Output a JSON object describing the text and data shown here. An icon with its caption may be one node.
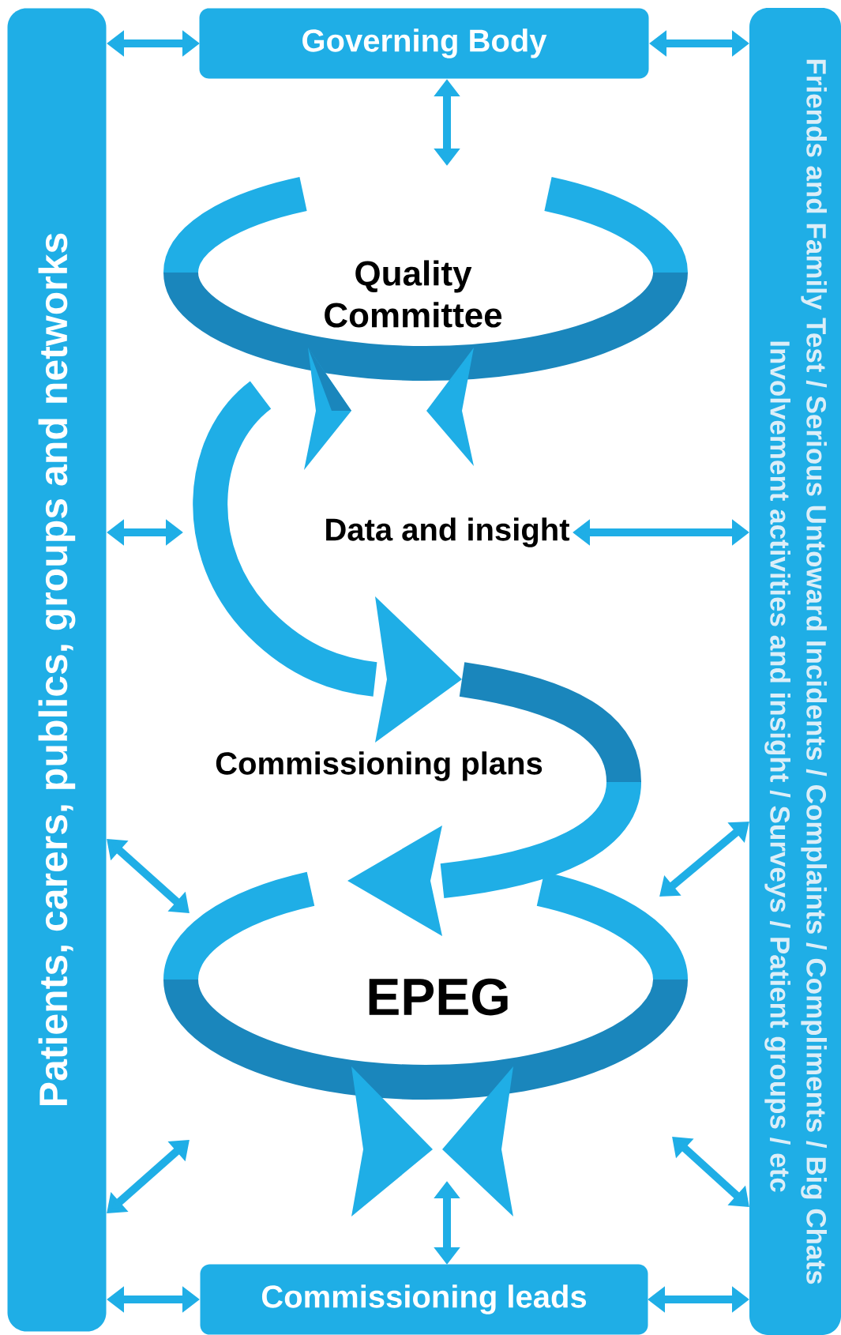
{
  "diagram": {
    "nodes": [
      {
        "text": [
          "Patients, carers, publics, groups and networks"
        ]
      },
      {
        "text": [
          "Governing Body"
        ]
      },
      {
        "text": [
          "Friends and Family Test / Serious Untoward Incidents / Complaints / Compliments / Big Chats",
          "Involvement activities and insight / Surveys / Patient groups / etc"
        ]
      },
      {
        "text": [
          "Quality Committee"
        ]
      },
      {
        "text": [
          "Data and insight"
        ]
      },
      {
        "text": [
          "Commissioning plans"
        ]
      },
      {
        "text": [
          "EPEG"
        ]
      },
      {
        "text": [
          "Commissioning leads"
        ]
      }
    ],
    "edges": [
      {
        "from": 0,
        "to": 1,
        "arrow": "both"
      },
      {
        "from": 1,
        "to": 2,
        "arrow": "both"
      },
      {
        "from": 1,
        "to": 3,
        "arrow": "both"
      },
      {
        "from": 0,
        "to": 4,
        "arrow": "both"
      },
      {
        "from": 4,
        "to": 2,
        "arrow": "both"
      },
      {
        "from": 0,
        "to": 6,
        "arrow": "both"
      },
      {
        "from": 0,
        "to": 6,
        "arrow": "both"
      },
      {
        "from": 6,
        "to": 2,
        "arrow": "both"
      },
      {
        "from": 6,
        "to": 2,
        "arrow": "both"
      },
      {
        "from": 6,
        "to": 7,
        "arrow": "both"
      },
      {
        "from": 0,
        "to": 7,
        "arrow": "both"
      },
      {
        "from": 7,
        "to": 2,
        "arrow": "both"
      }
    ]
  }
}
